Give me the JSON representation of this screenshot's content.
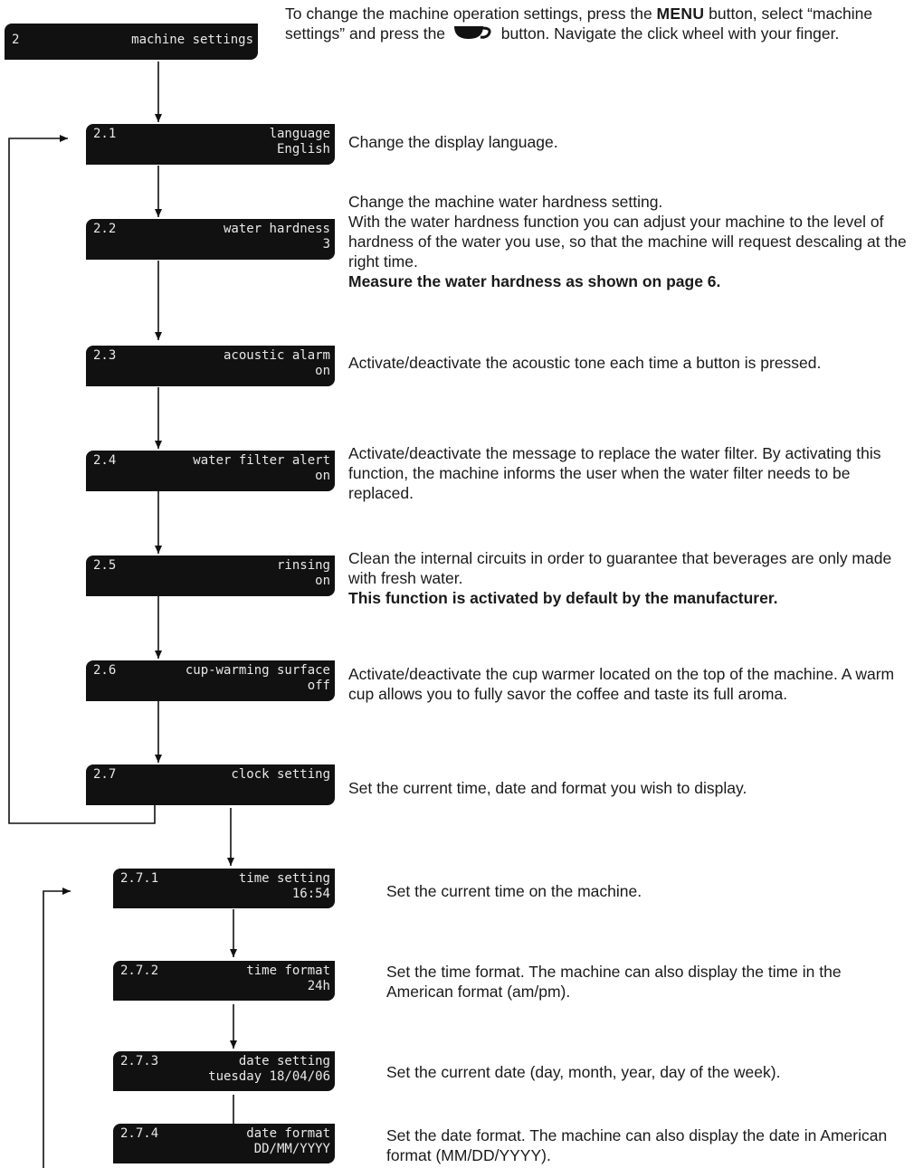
{
  "intro": {
    "part1": "To change the machine operation settings, press the ",
    "menu_label": "MENU",
    "part2": " button, select “machine settings” and press the ",
    "part3": " button. Navigate the click wheel with your finger.",
    "cup_icon": "cup-button-icon"
  },
  "header_display": {
    "number": "2",
    "label": "machine settings"
  },
  "items": [
    {
      "number": "2.1",
      "label": "language",
      "value": "English",
      "desc": "Change the display language."
    },
    {
      "number": "2.2",
      "label": "water hardness",
      "value": "3",
      "desc": "Change the machine water hardness setting.\nWith the water hardness function you can adjust your machine to the level of hardness of the water you use, so that the machine will request descaling at the right time.",
      "bold": "Measure the water hardness as shown on page 6."
    },
    {
      "number": "2.3",
      "label": "acoustic alarm",
      "value": "on",
      "desc": "Activate/deactivate the acoustic tone each time a button is pressed."
    },
    {
      "number": "2.4",
      "label": "water filter alert",
      "value": "on",
      "desc": "Activate/deactivate the message to replace the water filter. By activating this function, the machine informs the user when the water filter needs to be replaced."
    },
    {
      "number": "2.5",
      "label": "rinsing",
      "value": "on",
      "desc": "Clean the internal circuits in order to guarantee that beverages are only made with fresh water.",
      "bold": "This function is activated by default by the manufacturer."
    },
    {
      "number": "2.6",
      "label": "cup-warming surface",
      "value": "off",
      "desc": "Activate/deactivate the cup warmer located on the top of the machine. A warm cup allows you to fully savor the coffee and taste its full aroma."
    },
    {
      "number": "2.7",
      "label": "clock setting",
      "value": "",
      "desc": "Set the current time, date and format you wish to display."
    }
  ],
  "subitems": [
    {
      "number": "2.7.1",
      "label": "time setting",
      "value": "16:54",
      "desc": "Set the current time on the machine."
    },
    {
      "number": "2.7.2",
      "label": "time format",
      "value": "24h",
      "desc": "Set the time format. The machine can also display the time in the American format (am/pm)."
    },
    {
      "number": "2.7.3",
      "label": "date setting",
      "value": "tuesday 18/04/06",
      "desc": "Set the current date (day, month, year, day of the week)."
    },
    {
      "number": "2.7.4",
      "label": "date format",
      "value": "DD/MM/YYYY",
      "desc": "Set the date format. The machine can also display the date in American format (MM/DD/YYYY)."
    }
  ]
}
